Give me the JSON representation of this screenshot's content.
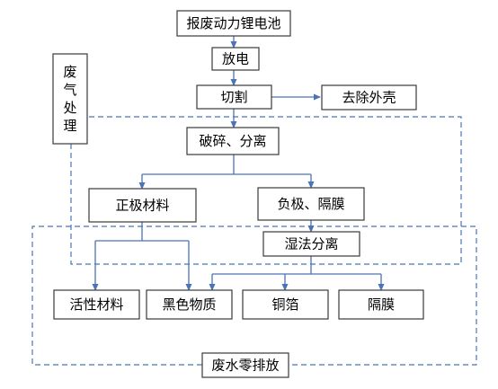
{
  "colors": {
    "arrow": "#4a74b8",
    "box_border": "#3a3a3a",
    "text": "#000000",
    "background": "#ffffff"
  },
  "nodes": {
    "battery": "报废动力锂电池",
    "discharge": "放电",
    "cut": "切割",
    "remove_shell": "去除外壳",
    "crush": "破碎、分离",
    "cathode": "正极材料",
    "anode": "负极、隔膜",
    "wet_sep": "湿法分离",
    "active": "活性材料",
    "black": "黑色物质",
    "copper": "铜箔",
    "membrane": "隔膜",
    "gas_chars": [
      "废",
      "气",
      "处",
      "理"
    ],
    "water": "废水零排放"
  }
}
